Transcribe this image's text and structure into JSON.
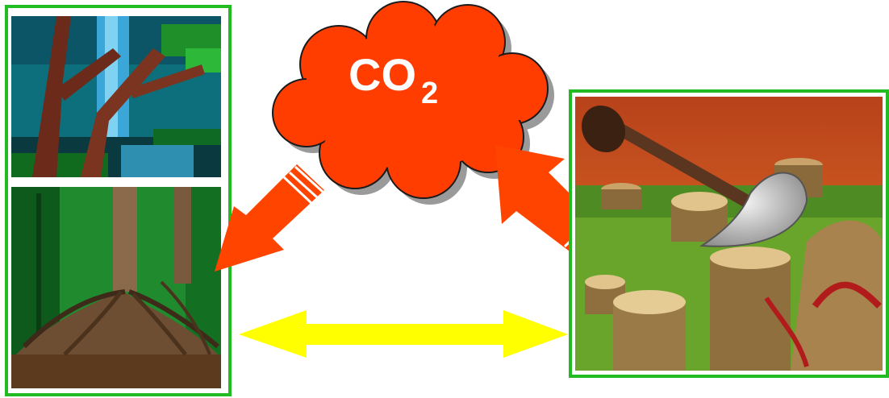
{
  "cloud": {
    "label_main": "CO",
    "label_sub": "2",
    "color": "#ff3d00"
  },
  "colors": {
    "frame_green": "#22bb22",
    "arrow_red": "#ff4400",
    "arrow_yellow": "#ffff00"
  },
  "panels": [
    {
      "name": "rainforest-waterfall-image",
      "description_icon": "waterfall-forest-icon"
    },
    {
      "name": "forest-roots-image",
      "description_icon": "tree-roots-icon"
    },
    {
      "name": "deforestation-image",
      "description_icon": "axe-stump-icon"
    }
  ]
}
